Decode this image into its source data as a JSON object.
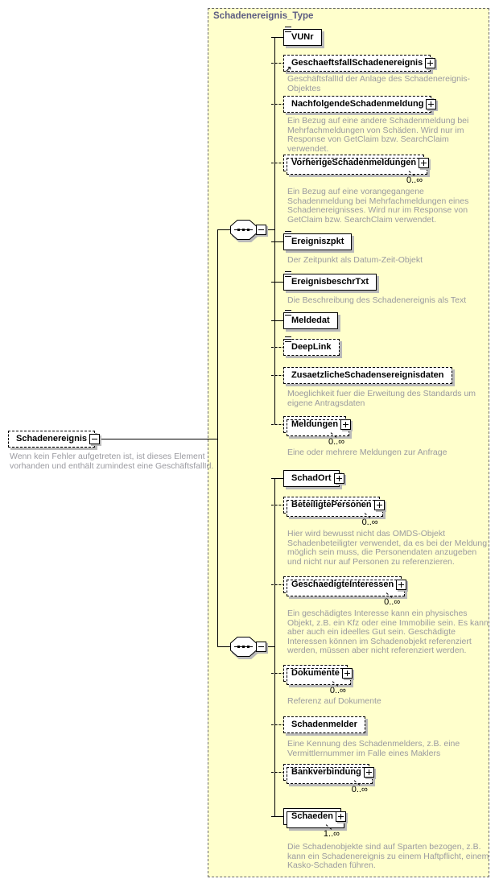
{
  "diagram": {
    "type_title": "Schadenereignis_Type",
    "colors": {
      "container_background": "#ffffcc",
      "box_shadow": "#b9b9b9",
      "description_text": "#9a9aa0",
      "title_text": "#5c5c82"
    },
    "root": {
      "name": "Schadenereignis",
      "description": "Wenn kein Fehler aufgetreten ist, ist dieses Element vorhanden und enthält zumindest eine GeschäftsfallId."
    },
    "groups": [
      {
        "connector": "sequence",
        "elements": [
          {
            "name": "VUNr",
            "required": true,
            "expandable": false,
            "has_attributes": true,
            "is_reference": false,
            "occurs": null,
            "description": null
          },
          {
            "name": "GeschaeftsfallSchadenereignis",
            "required": false,
            "expandable": true,
            "has_attributes": false,
            "is_reference": true,
            "occurs": null,
            "description": "GeschäftsfallId der Anlage des Schadenereignis-Objektes"
          },
          {
            "name": "NachfolgendeSchadenmeldung",
            "required": false,
            "expandable": true,
            "has_attributes": false,
            "is_reference": false,
            "occurs": null,
            "description": "Ein Bezug auf eine andere Schadenmeldung bei Mehrfachmeldungen von Schäden. Wird nur im Response von GetClaim bzw. SearchClaim verwendet."
          },
          {
            "name": "VorherigeSchadenmeldungen",
            "required": false,
            "expandable": true,
            "has_attributes": false,
            "is_reference": false,
            "occurs": "0..∞",
            "description": "Ein Bezug auf eine vorangegangene Schadenmeldung bei Mehrfachmeldungen eines Schadenereignisses. Wird nur im Response von GetClaim bzw. SearchClaim verwendet."
          },
          {
            "name": "Ereigniszpkt",
            "required": true,
            "expandable": false,
            "has_attributes": true,
            "is_reference": false,
            "occurs": null,
            "description": "Der Zeitpunkt als Datum-Zeit-Objekt"
          },
          {
            "name": "EreignisbeschrTxt",
            "required": true,
            "expandable": false,
            "has_attributes": true,
            "is_reference": false,
            "occurs": null,
            "description": "Die Beschreibung des Schadenereignis als Text"
          },
          {
            "name": "Meldedat",
            "required": true,
            "expandable": false,
            "has_attributes": true,
            "is_reference": false,
            "occurs": null,
            "description": null
          },
          {
            "name": "DeepLink",
            "required": false,
            "expandable": false,
            "has_attributes": true,
            "is_reference": false,
            "occurs": null,
            "description": null
          },
          {
            "name": "ZusaetzlicheSchadensereignisdaten",
            "required": false,
            "expandable": false,
            "has_attributes": false,
            "is_reference": false,
            "occurs": null,
            "description": "Moeglichkeit fuer die Erweitung des Standards um eigene Antragsdaten"
          },
          {
            "name": "Meldungen",
            "required": false,
            "expandable": true,
            "has_attributes": false,
            "is_reference": false,
            "occurs": "0..∞",
            "description": "Eine oder mehrere Meldungen zur Anfrage"
          }
        ]
      },
      {
        "connector": "sequence",
        "elements": [
          {
            "name": "SchadOrt",
            "required": true,
            "expandable": true,
            "has_attributes": false,
            "is_reference": false,
            "occurs": null,
            "description": null
          },
          {
            "name": "BeteiligtePersonen",
            "required": false,
            "expandable": true,
            "has_attributes": false,
            "is_reference": false,
            "occurs": "0..∞",
            "description": "Hier wird bewusst nicht das OMDS-Objekt Schadenbeteiligter verwendet, da es bei der Meldung möglich sein muss, die Personendaten anzugeben und nicht nur auf Personen zu referenzieren."
          },
          {
            "name": "GeschaedigteInteressen",
            "required": false,
            "expandable": true,
            "has_attributes": false,
            "is_reference": false,
            "occurs": "0..∞",
            "description": "Ein geschädigtes Interesse kann ein physisches Objekt, z.B. ein Kfz oder eine Immobilie sein. Es kann aber auch ein ideelles Gut sein. Geschädigte Interessen können im Schadenobjekt referenziert werden, müssen aber nicht referenziert werden."
          },
          {
            "name": "Dokumente",
            "required": false,
            "expandable": true,
            "has_attributes": false,
            "is_reference": false,
            "occurs": "0..∞",
            "description": "Referenz auf Dokumente"
          },
          {
            "name": "Schadenmelder",
            "required": false,
            "expandable": false,
            "has_attributes": false,
            "is_reference": false,
            "occurs": null,
            "description": "Eine Kennung des Schadenmelders, z.B. eine Vermittlernummer im Falle eines Maklers"
          },
          {
            "name": "Bankverbindung",
            "required": false,
            "expandable": true,
            "has_attributes": false,
            "is_reference": false,
            "occurs": "0..∞",
            "description": null
          },
          {
            "name": "Schaeden",
            "required": true,
            "expandable": true,
            "has_attributes": false,
            "is_reference": false,
            "occurs": "1..∞",
            "description": "Die Schadenobjekte sind auf Sparten bezogen, z.B. kann ein Schadenereignis zu einem Haftpflicht, einem Kasko-Schaden führen."
          }
        ]
      }
    ]
  }
}
